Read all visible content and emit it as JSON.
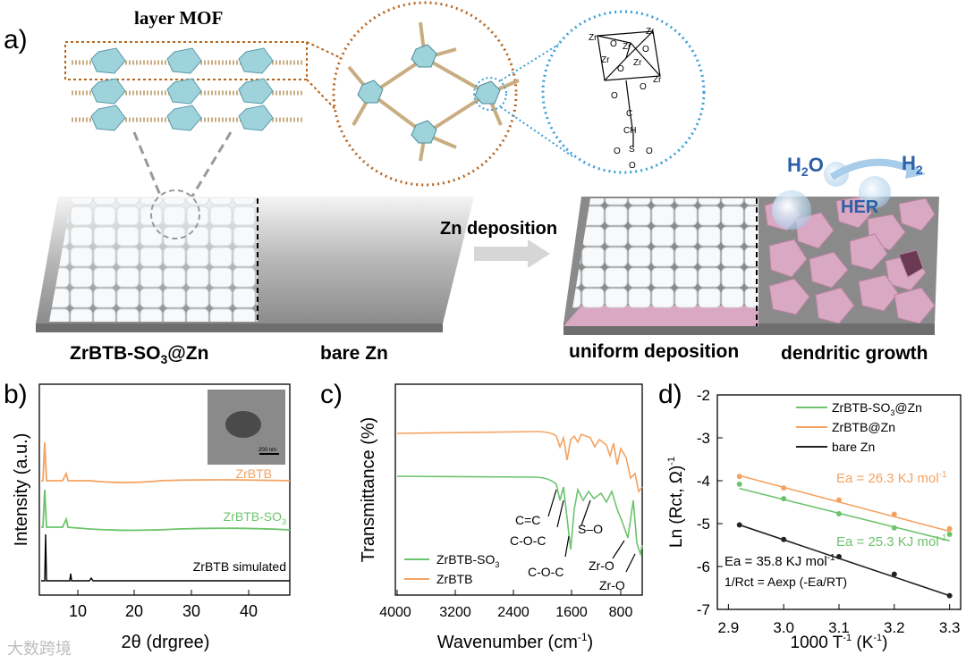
{
  "panel_a": {
    "label": "a)",
    "layer_title": "layer MOF",
    "left_caption_pre": "ZrBTB-SO",
    "left_caption_sub": "3",
    "left_caption_post": "@Zn",
    "middle_caption": "bare Zn",
    "arrow_label": "Zn deposition",
    "right_caption_1": "uniform deposition",
    "right_caption_2": "dendritic growth",
    "h2o_pre": "H",
    "h2o_sub": "2",
    "h2o_post": "O",
    "h2_pre": "H",
    "h2_sub": "2",
    "her_label": "HER",
    "scale_bar": "200 nm",
    "atom_zr": "Zr",
    "atom_o": "O",
    "atom_c": "C",
    "atom_s": "S",
    "atom_ch2": "CH",
    "atom_ch2_sub": "2",
    "colors": {
      "cyan": "#9fd3dc",
      "tan": "#c9ad82",
      "brown": "#b8641e",
      "blue_dot": "#3a9ed8",
      "pink": "#d9a8c2",
      "plate": "#8a8a8a",
      "arrow": "#d6d6d6",
      "h2o": "#2c5fa8"
    }
  },
  "panel_b": {
    "label": "b)",
    "ylabel": "Intensity (a.u.)",
    "xlabel": "2θ (drgree)",
    "xticks": [
      "10",
      "20",
      "30",
      "40"
    ],
    "series_labels": [
      "ZrBTB",
      "ZrBTB-SO",
      "ZrBTB simulated"
    ],
    "series_label_sub": "3",
    "colors": {
      "orange": "#f4a261",
      "green": "#6dc36d",
      "black": "#000000"
    }
  },
  "panel_c": {
    "label": "c)",
    "ylabel": "Transmittance (%)",
    "xlabel_pre": "Wavenumber (cm",
    "xlabel_sup": "-1",
    "xlabel_post": ")",
    "xticks": [
      "4000",
      "3200",
      "2400",
      "1600",
      "800"
    ],
    "legend": [
      {
        "name": "ZrBTB-SO",
        "sub": "3",
        "color": "#6dc36d"
      },
      {
        "name": "ZrBTB",
        "sub": "",
        "color": "#f4a261"
      }
    ],
    "annotations": [
      "C=C",
      "C-O-C",
      "S–O",
      "C-O-C",
      "Zr-O",
      "Zr-O"
    ]
  },
  "panel_d": {
    "label": "d)",
    "ylabel_pre": "Ln (Rct, Ω)",
    "ylabel_sup": "-1",
    "xlabel_pre": "1000 T",
    "xlabel_sup1": "-1",
    "xlabel_mid": " (K",
    "xlabel_sup2": "-1",
    "xlabel_post": ")",
    "legend": [
      {
        "name": "ZrBTB-SO",
        "sub": "3",
        "post": "@Zn",
        "color": "#6dc36d"
      },
      {
        "name": "ZrBTB@Zn",
        "sub": "",
        "post": "",
        "color": "#f4a261"
      },
      {
        "name": "bare Zn",
        "sub": "",
        "post": "",
        "color": "#222222"
      }
    ],
    "ea_orange": "Ea = 26.3 KJ mol",
    "ea_green": "Ea = 25.3 KJ mol",
    "ea_black": "Ea = 35.8 KJ mol",
    "ea_sup": "-1",
    "equation": "1/Rct = Aexp (-Ea/RT)"
  },
  "watermark": "大数跨境",
  "chart_data": [
    {
      "type": "line",
      "panel": "d",
      "x": [
        2.92,
        3.0,
        3.1,
        3.2,
        3.3
      ],
      "xticks": [
        2.9,
        3.0,
        3.1,
        3.2,
        3.3
      ],
      "yticks": [
        -7,
        -6,
        -5,
        -4,
        -3,
        -2
      ],
      "xlim": [
        2.88,
        3.32
      ],
      "ylim": [
        -7,
        -2
      ],
      "series": [
        {
          "name": "ZrBTB-SO3@Zn",
          "color": "#6dc36d",
          "values": [
            -4.08,
            -4.42,
            -4.77,
            -5.1,
            -5.25
          ],
          "fit": [
            -4.18,
            -5.4
          ]
        },
        {
          "name": "ZrBTB@Zn",
          "color": "#f4a261",
          "values": [
            -3.9,
            -4.17,
            -4.45,
            -4.78,
            -5.12
          ],
          "fit": [
            -3.88,
            -5.18
          ]
        },
        {
          "name": "bare Zn",
          "color": "#222222",
          "values": [
            -5.03,
            -5.37,
            -5.77,
            -6.18,
            -6.68
          ],
          "fit": [
            -5.03,
            -6.68
          ]
        }
      ]
    }
  ]
}
